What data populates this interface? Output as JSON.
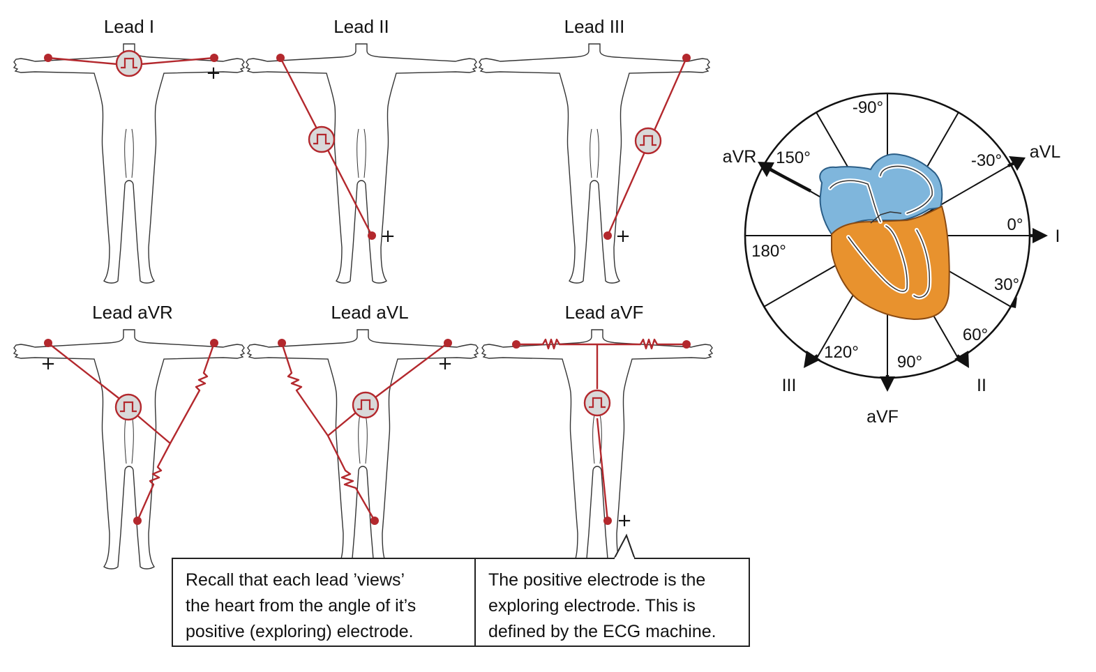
{
  "leads": [
    {
      "id": "lead-i",
      "title": "Lead I"
    },
    {
      "id": "lead-ii",
      "title": "Lead II"
    },
    {
      "id": "lead-iii",
      "title": "Lead III"
    },
    {
      "id": "lead-avr",
      "title": "Lead aVR"
    },
    {
      "id": "lead-avl",
      "title": "Lead aVL"
    },
    {
      "id": "lead-avf",
      "title": "Lead aVF"
    }
  ],
  "plus_sign": "+",
  "hexaxial": {
    "degree_labels": [
      "-90°",
      "-30°",
      "0°",
      "30°",
      "60°",
      "90°",
      "120°",
      "150°",
      "180°"
    ],
    "lead_labels": [
      "aVR",
      "aVL",
      "I",
      "II",
      "III",
      "aVF"
    ]
  },
  "callouts": {
    "left": "Recall that each lead ’views’\nthe heart from the angle of it’s\npositive (exploring) electrode.",
    "right": "The positive electrode is the\nexploring electrode. This is\ndefined by the ECG machine."
  },
  "colors": {
    "wire": "#b3282d",
    "atria": "#7fb6dc",
    "ventricles": "#e8922e"
  }
}
